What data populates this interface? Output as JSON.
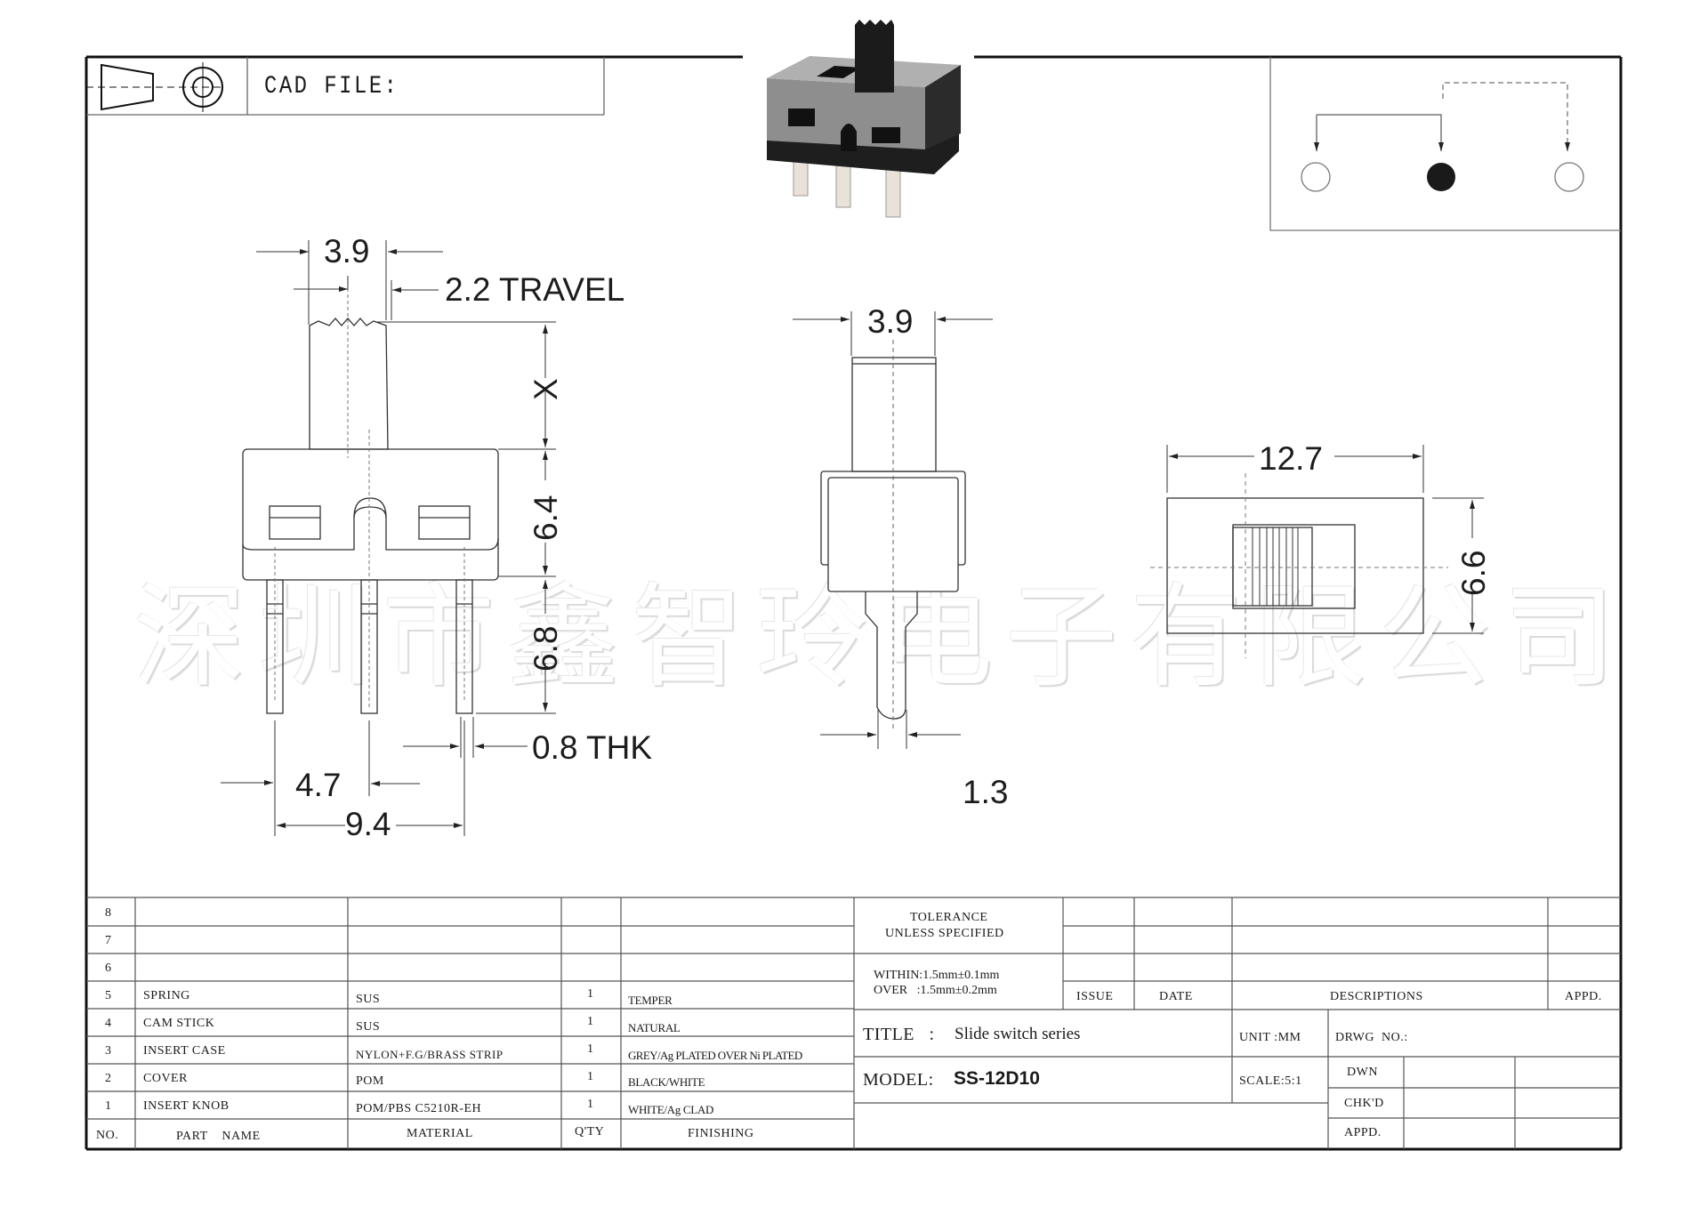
{
  "header": {
    "cad_file_label": "CAD FILE:",
    "projection_symbol": "third-angle-projection-icon"
  },
  "photo": {
    "alt": "slide-switch-photo"
  },
  "schematic": {
    "terminals": [
      "open",
      "common-filled",
      "open"
    ],
    "connections": [
      "solid: common to left",
      "dashed: common to right"
    ]
  },
  "watermark": "深圳市鑫智玲电子有限公司",
  "side_view": {
    "dims": {
      "knob_width": "3.9",
      "travel": "2.2 TRAVEL",
      "knob_height": "X",
      "body_height": "6.4",
      "pin_length": "6.8",
      "pin_thickness": "0.8 THK",
      "pin_pitch": "4.7",
      "pin_span": "9.4"
    }
  },
  "end_view": {
    "dims": {
      "knob_width": "3.9",
      "pin_width": "1.3"
    }
  },
  "top_view": {
    "dims": {
      "length": "12.7",
      "width": "6.6"
    }
  },
  "parts_table": {
    "headers": {
      "no": "NO.",
      "part_name": "PART    NAME",
      "material": "MATERIAL",
      "qty": "Q'TY",
      "finishing": "FINISHING"
    },
    "rows": [
      {
        "no": "8",
        "part_name": "",
        "material": "",
        "qty": "",
        "finishing": ""
      },
      {
        "no": "7",
        "part_name": "",
        "material": "",
        "qty": "",
        "finishing": ""
      },
      {
        "no": "6",
        "part_name": "",
        "material": "",
        "qty": "",
        "finishing": ""
      },
      {
        "no": "5",
        "part_name": "SPRING",
        "material": "SUS",
        "qty": "1",
        "finishing": "TEMPER"
      },
      {
        "no": "4",
        "part_name": "CAM  STICK",
        "material": "SUS",
        "qty": "1",
        "finishing": "NATURAL"
      },
      {
        "no": "3",
        "part_name": "INSERT  CASE",
        "material": "NYLON+F.G/BRASS STRIP",
        "qty": "1",
        "finishing": "GREY/Ag PLATED OVER Ni PLATED"
      },
      {
        "no": "2",
        "part_name": "COVER",
        "material": "POM",
        "qty": "1",
        "finishing": "BLACK/WHITE"
      },
      {
        "no": "1",
        "part_name": "INSERT  KNOB",
        "material": "POM/PBS C5210R-EH",
        "qty": "1",
        "finishing": "WHITE/Ag CLAD"
      }
    ]
  },
  "tolerance": {
    "title_line1": "TOLERANCE",
    "title_line2": "UNLESS  SPECIFIED",
    "within": "WITHIN:1.5mm±0.1mm",
    "over": "OVER   :1.5mm±0.2mm"
  },
  "revision_table": {
    "headers": {
      "issue": "ISSUE",
      "date": "DATE",
      "descriptions": "DESCRIPTIONS",
      "appd": "APPD."
    }
  },
  "title_block": {
    "title_label": "TITLE   :",
    "title_value": "Slide switch series",
    "model_label": "MODEL:",
    "model_value": "SS-12D10",
    "unit": "UNIT :MM",
    "scale": "SCALE:5:1",
    "drwg_no": "DRWG  NO.:",
    "dwn": "DWN",
    "chkd": "CHK'D",
    "appd": "APPD."
  }
}
